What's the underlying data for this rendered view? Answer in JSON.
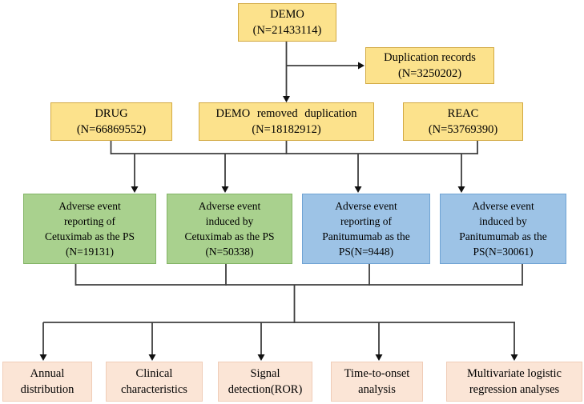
{
  "figure": {
    "type": "flowchart",
    "description_visible": false
  },
  "colors": {
    "node_yellow": "#FCE28C",
    "node_yellow_border": "#D2A942",
    "node_green": "#A9D18E",
    "node_green_border": "#82B365",
    "node_blue": "#9DC3E6",
    "node_blue_border": "#6FA3D4",
    "node_peach": "#FBE5D6",
    "node_peach_border": "#F0CDB8",
    "connector_line": "#3F3F3F",
    "arrowhead": "#111111",
    "text": "#000000",
    "background": "#FFFFFF"
  },
  "nodes": {
    "demo": {
      "lines": [
        "DEMO",
        "(N=21433114)"
      ]
    },
    "duplication": {
      "lines": [
        "Duplication records",
        "(N=3250202)"
      ]
    },
    "drug": {
      "lines": [
        "DRUG",
        "(N=66869552)"
      ]
    },
    "demo_removed": {
      "lines": [
        "DEMO removed duplication",
        "(N=18182912)"
      ]
    },
    "reac": {
      "lines": [
        "REAC",
        "(N=53769390)"
      ]
    },
    "cetuximab_reporting": {
      "lines": [
        "Adverse event",
        "reporting of",
        "Cetuximab as the PS",
        "(N=19131)"
      ]
    },
    "cetuximab_induced": {
      "lines": [
        "Adverse event",
        "induced by",
        "Cetuximab as the PS",
        "(N=50338)"
      ]
    },
    "panitumumab_reporting": {
      "lines": [
        "Adverse event",
        "reporting of",
        "Panitumumab as the",
        "PS(N=9448)"
      ]
    },
    "panitumumab_induced": {
      "lines": [
        "Adverse event",
        "induced by",
        "Panitumumab as the",
        "PS(N=30061)"
      ]
    },
    "annual_distribution": {
      "lines": [
        "Annual",
        "distribution"
      ]
    },
    "clinical_characteristics": {
      "lines": [
        "Clinical",
        "characteristics"
      ]
    },
    "signal_detection": {
      "lines": [
        "Signal",
        "detection(ROR)"
      ]
    },
    "time_to_onset": {
      "lines": [
        "Time-to-onset",
        "analysis"
      ]
    },
    "multivariate_logistic": {
      "lines": [
        "Multivariate logistic",
        "regression analyses"
      ]
    }
  }
}
